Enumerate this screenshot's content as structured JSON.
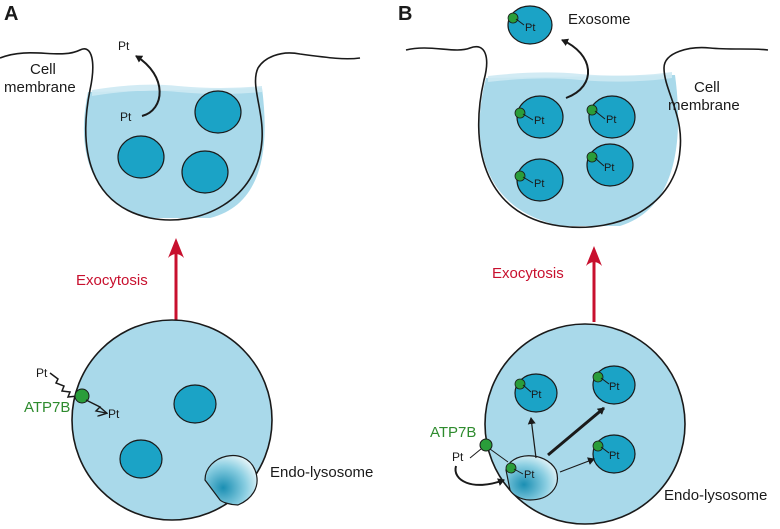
{
  "panels": {
    "a": {
      "letter": "A",
      "cell_membrane_line1": "Cell",
      "cell_membrane_line2": "membrane",
      "exocytosis": "Exocytosis",
      "endo_lysosome": "Endo-lysosome",
      "transporter": "ATP7B",
      "pt_released": "Pt",
      "pt_inside": "Pt",
      "pt_entering": "Pt",
      "pt_transported": "Pt"
    },
    "b": {
      "letter": "B",
      "cell_membrane_line1": "Cell",
      "cell_membrane_line2": "membrane",
      "exocytosis": "Exocytosis",
      "exosome": "Exosome",
      "endo_lysosome": "Endo-lysosome",
      "transporter": "ATP7B",
      "pt_exosome": "Pt",
      "pt_vesicles": [
        "Pt",
        "Pt",
        "Pt",
        "Pt"
      ],
      "pt_lysosome_vesicles": [
        "Pt",
        "Pt",
        "Pt"
      ],
      "pt_entering": "Pt",
      "pt_bound": "Pt"
    }
  },
  "colors": {
    "fluid": "#a9d9ea",
    "vesicle": "#1ba3c6",
    "outline": "#1a1a1a",
    "arrow_red": "#c8102e",
    "label_red": "#c8102e",
    "label_green": "#2e8b2e",
    "pt_node": "#2a9d3a"
  }
}
